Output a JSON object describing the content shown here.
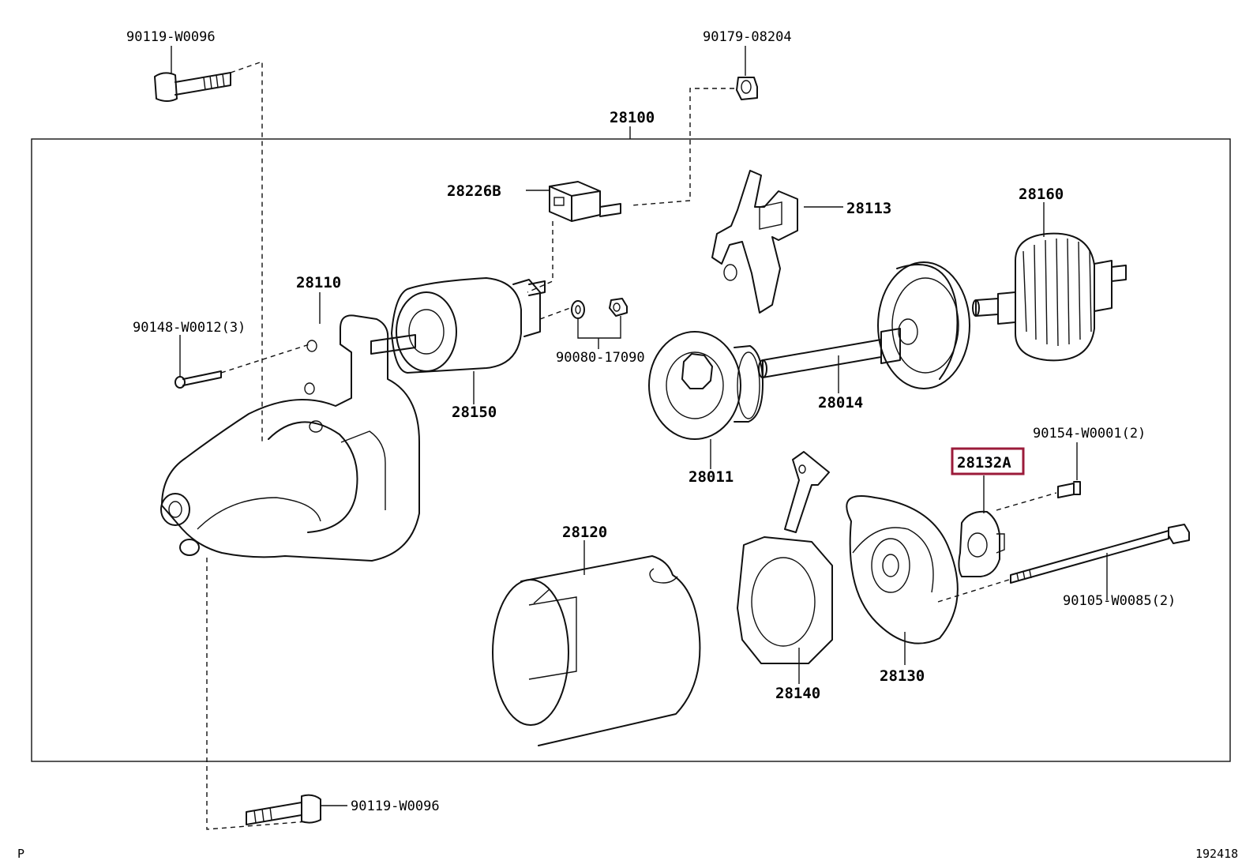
{
  "diagram": {
    "assembly_label": "28100",
    "parts": [
      {
        "id": "p-90119-top",
        "label": "90119-W0096"
      },
      {
        "id": "p-90179",
        "label": "90179-08204"
      },
      {
        "id": "p-28226b",
        "label": "28226B"
      },
      {
        "id": "p-28113",
        "label": "28113"
      },
      {
        "id": "p-28160",
        "label": "28160"
      },
      {
        "id": "p-28110",
        "label": "28110"
      },
      {
        "id": "p-90148",
        "label": "90148-W0012(3)"
      },
      {
        "id": "p-28150",
        "label": "28150"
      },
      {
        "id": "p-90080",
        "label": "90080-17090"
      },
      {
        "id": "p-28014",
        "label": "28014"
      },
      {
        "id": "p-28011",
        "label": "28011"
      },
      {
        "id": "p-28132a",
        "label": "28132A"
      },
      {
        "id": "p-90154",
        "label": "90154-W0001(2)"
      },
      {
        "id": "p-28120",
        "label": "28120"
      },
      {
        "id": "p-90105",
        "label": "90105-W0085(2)"
      },
      {
        "id": "p-28140",
        "label": "28140"
      },
      {
        "id": "p-28130",
        "label": "28130"
      },
      {
        "id": "p-90119-bottom",
        "label": "90119-W0096"
      }
    ],
    "highlighted": "28132A",
    "highlight_color": "#9b1b3a",
    "footer_left": "P",
    "footer_right": "192418"
  }
}
